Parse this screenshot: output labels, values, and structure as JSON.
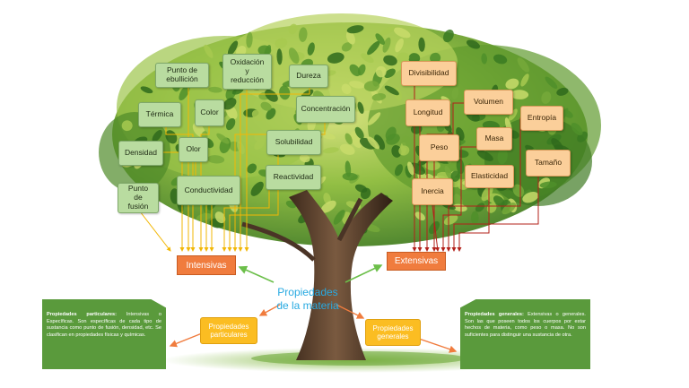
{
  "center": {
    "line1": "Propiedades",
    "line2": "de la materia"
  },
  "hubs": {
    "intensivas": "Intensivas",
    "extensivas": "Extensivas"
  },
  "sub": {
    "particulares": {
      "line1": "Propiedades",
      "line2": "particulares"
    },
    "generales": {
      "line1": "Propiedades",
      "line2": "generales"
    }
  },
  "intensive_properties": {
    "punto_ebullicion": {
      "line1": "Punto de",
      "line2": "ebullición"
    },
    "oxidacion": {
      "line1": "Oxidación",
      "line2": "y",
      "line3": "reducción"
    },
    "dureza": "Dureza",
    "termica": "Térmica",
    "color": "Color",
    "concentracion": "Concentración",
    "densidad": "Densidad",
    "olor": "Olor",
    "solubilidad": "Solubilidad",
    "reactividad": "Reactividad",
    "conductividad": "Conductividad",
    "punto_fusion": {
      "line1": "Punto",
      "line2": "de",
      "line3": "fusión"
    }
  },
  "extensive_properties": {
    "divisibilidad": "Divisibilidad",
    "longitud": "Longitud",
    "volumen": "Volumen",
    "entropia": "Entropía",
    "masa": "Masa",
    "peso": "Peso",
    "tamano": "Tamaño",
    "elasticidad": "Elasticidad",
    "inercia": "Inercia"
  },
  "notes": {
    "left": {
      "heading": "Propiedades particulares:",
      "text": " Intensivas o Específicas. Son específicas de cada tipo de sustancia como punto de fusión, densidad, etc. Se clasifican en propiedades físicas y químicas."
    },
    "right": {
      "heading": "Propiedades generales:",
      "text": " Extensivas o generales. Son las que poseen todos los cuerpos por estar hechos de materia, como peso o masa. No son suficientes para distinguir una sustancia de otra."
    }
  },
  "colors": {
    "green_box": "#b9dca0",
    "orange_box": "#fbcf9a",
    "hub": "#f07c3e",
    "yellow": "#fbbd22",
    "center_text": "#27a9e1",
    "note": "#5a9a3c"
  }
}
